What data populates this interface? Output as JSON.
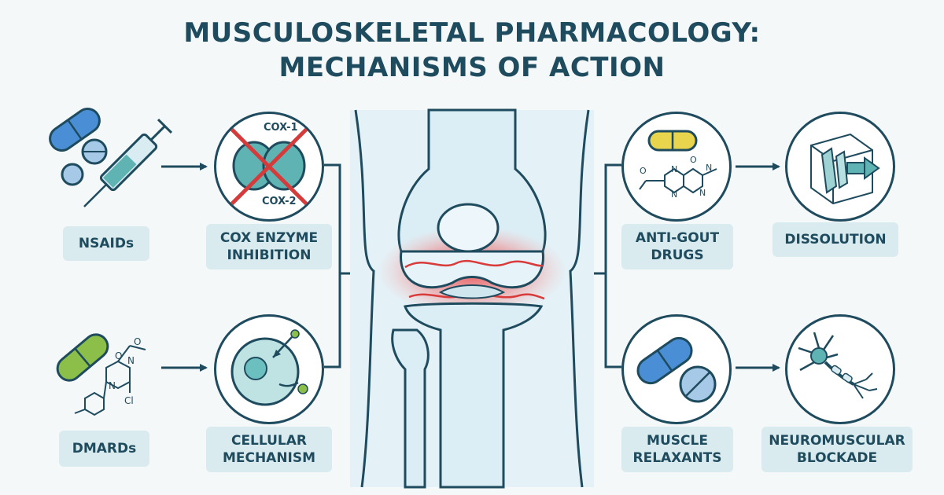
{
  "title": {
    "line1": "MUSCULOSKELETAL PHARMACOLOGY:",
    "line2": "MECHANISMS OF ACTION"
  },
  "left": {
    "nsaids": {
      "label": "NSAIDs"
    },
    "cox": {
      "line1": "COX ENZYME",
      "line2": "INHIBITION",
      "cox1": "COX-1",
      "cox2": "COX-2"
    },
    "dmards": {
      "label": "DMARDs",
      "chem_o1": "O",
      "chem_o2": "O",
      "chem_n1": "N",
      "chem_n2": "N",
      "chem_cl": "Cl"
    },
    "cellular": {
      "line1": "CELLULAR",
      "line2": "MECHANISM"
    }
  },
  "right": {
    "antigout": {
      "line1": "ANTI-GOUT",
      "line2": "DRUGS",
      "chem_o1": "O",
      "chem_o2": "O",
      "chem_n": "N",
      "chem_n2": "N",
      "chem_n3": "N",
      "chem_n4": "N"
    },
    "dissolution": {
      "label": "DISSOLUTION"
    },
    "relaxants": {
      "line1": "MUSCLE",
      "line2": "RELAXANTS"
    },
    "neuro": {
      "line1": "NEUROMUSCULAR",
      "line2": "BLOCKADE"
    }
  },
  "colors": {
    "dark": "#1f4b5e",
    "label_bg": "#d9ebee",
    "teal": "#5fb3b3",
    "inflammation": "#e8474c",
    "blue_pill": "#4a8fd6",
    "green_pill": "#8bbf4a",
    "yellow_pill": "#e8d44d"
  }
}
